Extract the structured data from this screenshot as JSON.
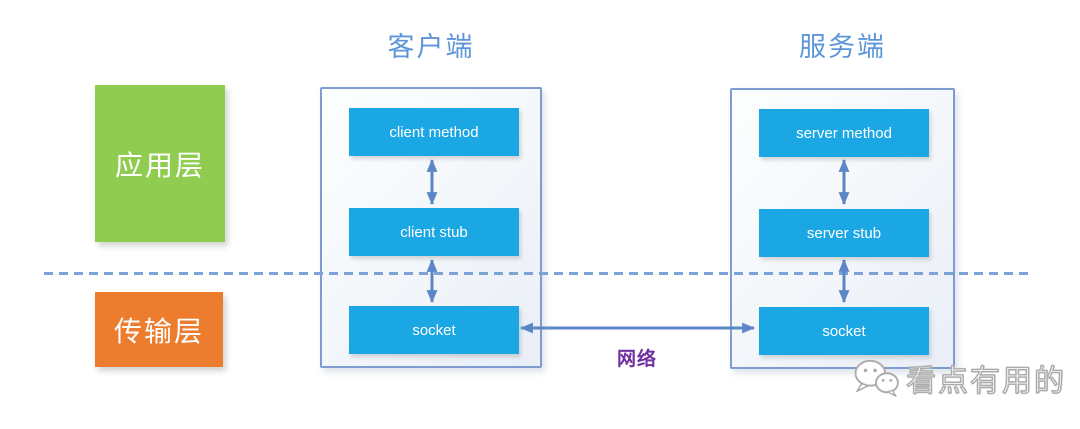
{
  "titles": {
    "client": "客户端",
    "server": "服务端"
  },
  "layers": [
    {
      "id": "application",
      "label": "应用层",
      "color": "#90cc50"
    },
    {
      "id": "transport",
      "label": "传输层",
      "color": "#ec7d2f"
    }
  ],
  "client_panel": {
    "boxes": [
      {
        "label": "client method"
      },
      {
        "label": "client stub"
      },
      {
        "label": "socket"
      }
    ]
  },
  "server_panel": {
    "boxes": [
      {
        "label": "server method"
      },
      {
        "label": "server stub"
      },
      {
        "label": "socket"
      }
    ]
  },
  "network_label": "网络",
  "watermark": {
    "icon": "wechat-icon",
    "text": "看点有用的"
  },
  "colors": {
    "node_blue": "#1aa7e4",
    "arrow_blue": "#5c86c6",
    "panel_border": "#7e9cd0",
    "dashed_line": "#7ba3d6",
    "title_blue": "#5d96d8",
    "layer_green": "#90cc50",
    "layer_orange": "#ec7d2f",
    "network_purple": "#7030a0"
  }
}
